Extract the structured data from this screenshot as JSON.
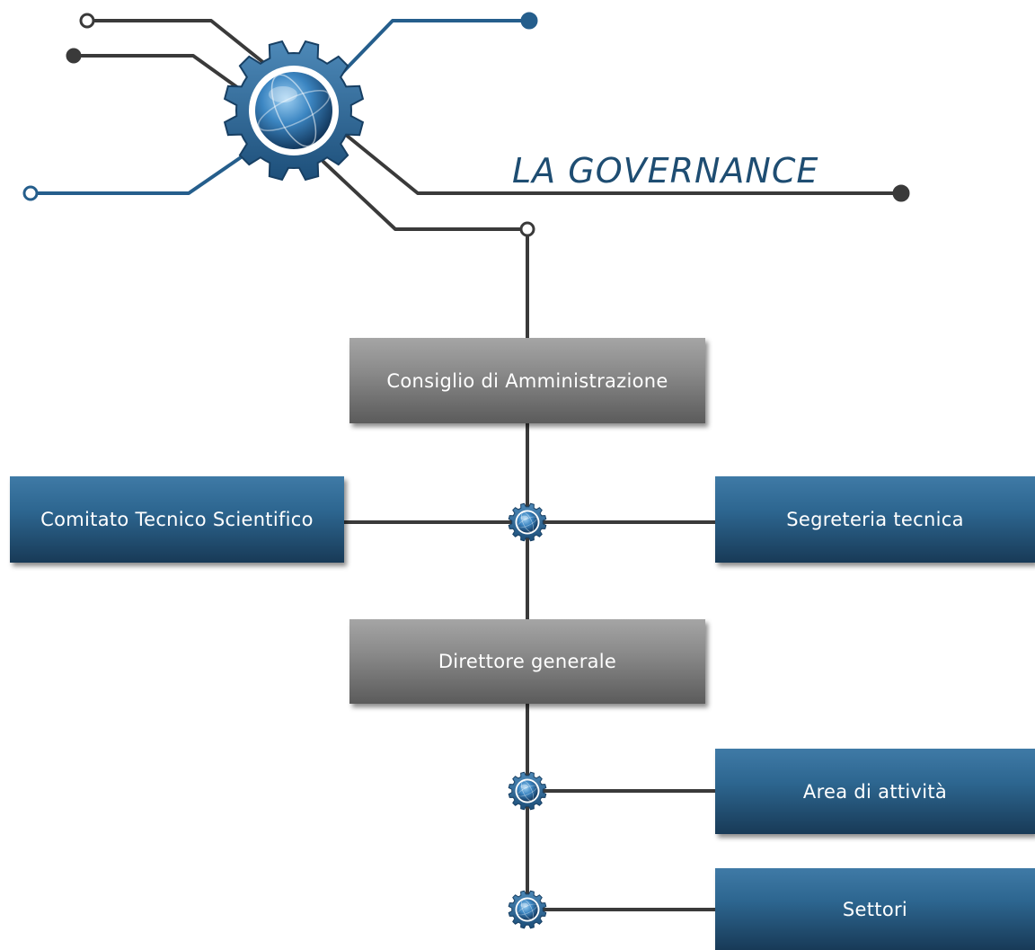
{
  "header": {
    "title": "LA GOVERNANCE"
  },
  "org": {
    "board": "Consiglio di Amministrazione",
    "committee": "Comitato Tecnico Scientifico",
    "secretariat": "Segreteria tecnica",
    "director": "Direttore generale",
    "activity_area": "Area di attività",
    "sectors": "Settori"
  },
  "colors": {
    "title": "#1e4d72",
    "line_dark": "#3a3a3a",
    "line_blue": "#255e8c",
    "box_blue": "#2d6690",
    "box_gray": "#8a8a8a"
  },
  "icons": {
    "main_logo": "gear-globe-icon",
    "connector": "gear-globe-icon"
  }
}
